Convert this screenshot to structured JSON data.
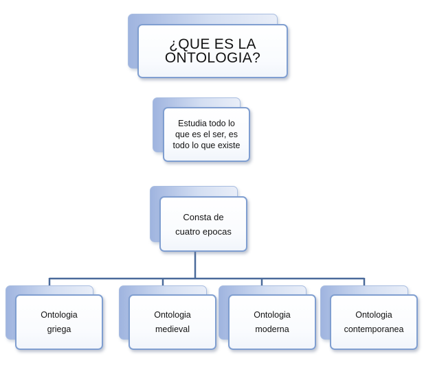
{
  "title": "¿QUE ES LA ONTOLOGIA?",
  "definition": "Estudia todo lo que es el ser, es todo lo que existe",
  "epochs_heading": "Consta de cuatro epocas",
  "epochs": [
    "Ontologia griega",
    "Ontologia medieval",
    "Ontologia moderna",
    "Ontologia contemporanea"
  ],
  "colors": {
    "connector": "#4a6a9a",
    "border": "#7f9ed0",
    "back_fill": "#a9bde0"
  }
}
